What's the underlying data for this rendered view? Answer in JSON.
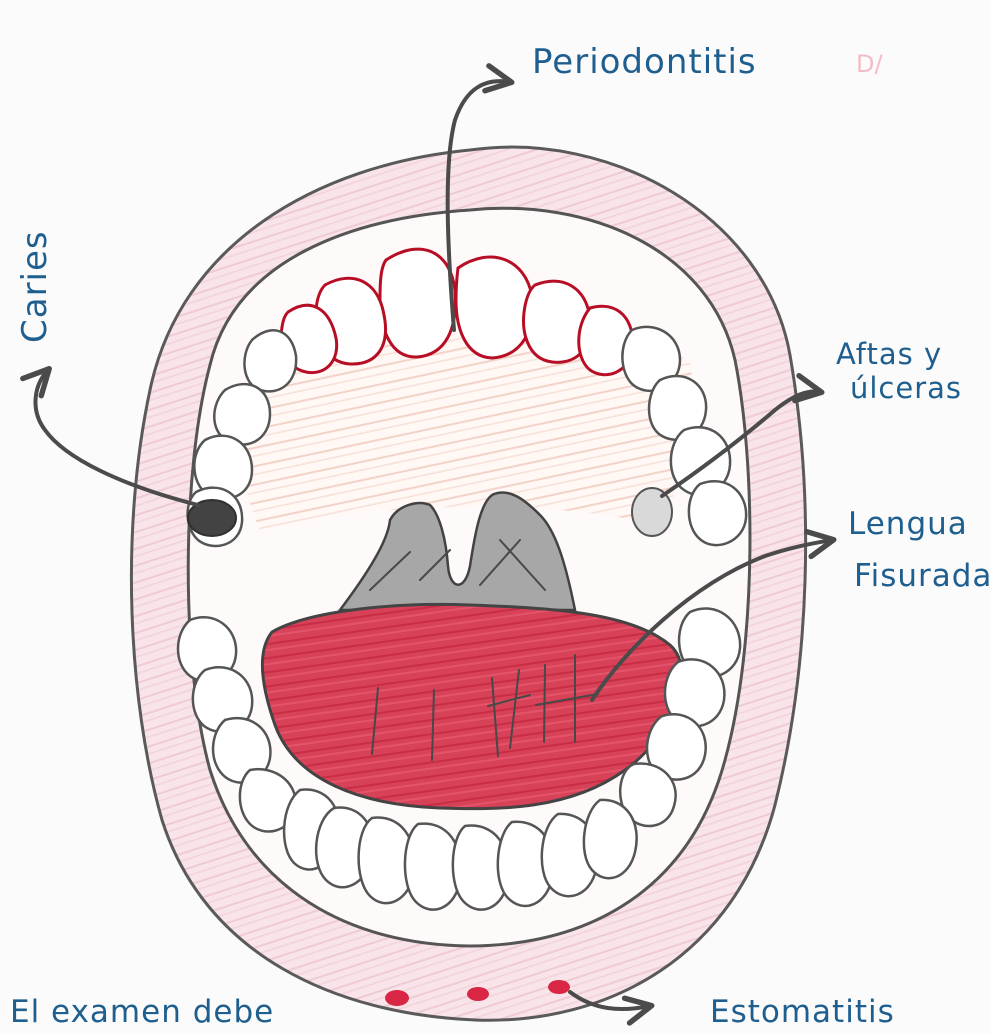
{
  "labels": {
    "periodontitis": "Periodontitis",
    "caries": "Caries",
    "aftas_line1": "Aftas y",
    "aftas_line2": "úlceras",
    "lengua_line1": "Lengua",
    "lengua_line2": "Fisurada",
    "estomatitis": "Estomatitis",
    "examen": "El examen debe",
    "corner_mark": "D/"
  },
  "colors": {
    "ink_blue": "#1f5f8f",
    "gum_red": "#b70d25",
    "tongue_red": "#d63a53",
    "lip_pink": "#f7dfe5",
    "pencil_gray": "#484848"
  }
}
